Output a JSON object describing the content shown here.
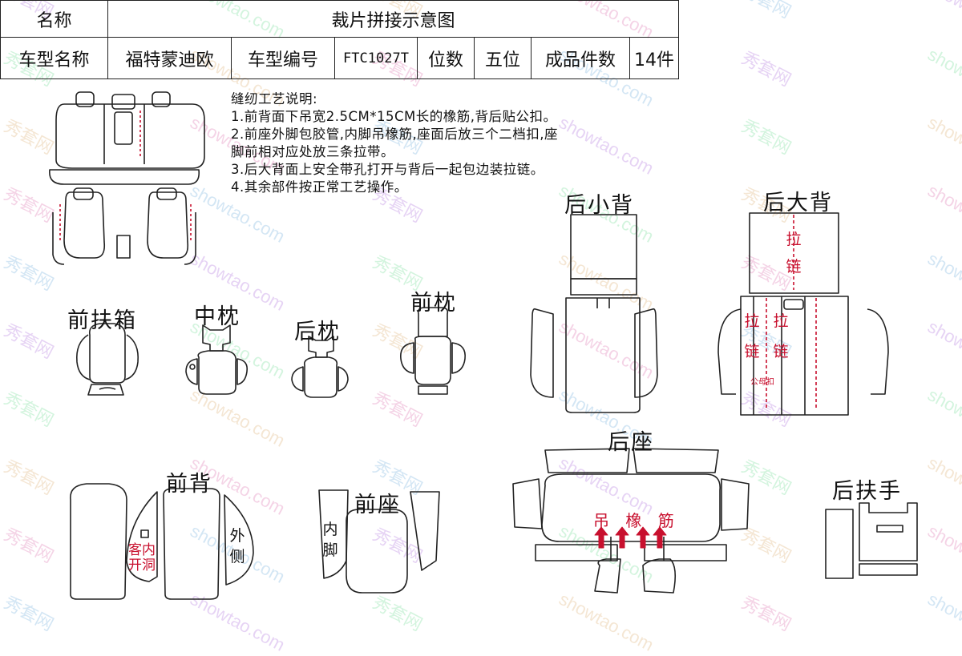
{
  "header": {
    "name_label": "名称",
    "title": "裁片拼接示意图",
    "model_label": "车型名称",
    "model_value": "福特蒙迪欧",
    "code_label": "车型编号",
    "code_value": "FTC1027T",
    "seat_label": "位数",
    "seat_value": "五位",
    "count_label": "成品件数",
    "count_value": "14件"
  },
  "notes": {
    "title": "缝纫工艺说明:",
    "lines": [
      "1.前背面下吊宽2.5CM*15CM长的橡筋,背后贴公扣。",
      "2.前座外脚包胶管,内脚吊橡筋,座面后放三个二档扣,座",
      "脚前相对应处放三条拉带。",
      "3.后大背面上安全带孔打开与背后一起包边装拉链。",
      "4.其余部件按正常工艺操作。"
    ]
  },
  "parts": {
    "front_armrest": "前扶箱",
    "middle_pillow": "中枕",
    "rear_pillow": "后枕",
    "front_pillow": "前枕",
    "rear_small_back": "后小背",
    "rear_big_back": "后大背",
    "front_back": "前背",
    "front_seat": "前座",
    "rear_seat": "后座",
    "rear_armrest": "后扶手"
  },
  "annotations": {
    "zipper_top_1": "拉",
    "zipper_top_2": "链",
    "zipper_left_1": "拉",
    "zipper_left_2": "链",
    "zipper_right_1": "拉",
    "zipper_right_2": "链",
    "male_buckle": "公母扣",
    "elastic_1": "吊",
    "elastic_2": "橡",
    "elastic_3": "筋",
    "outer_side_1": "外",
    "outer_side_2": "侧",
    "inner_foot_1": "内",
    "inner_foot_2": "脚",
    "open_hole_1": "客",
    "open_hole_2": "开",
    "open_hole_3": "内",
    "open_hole_4": "洞"
  },
  "watermark": {
    "site": "showtao.com",
    "brand": "秀套网"
  },
  "colors": {
    "accent_red": "#c8102e",
    "line": "#222222"
  }
}
